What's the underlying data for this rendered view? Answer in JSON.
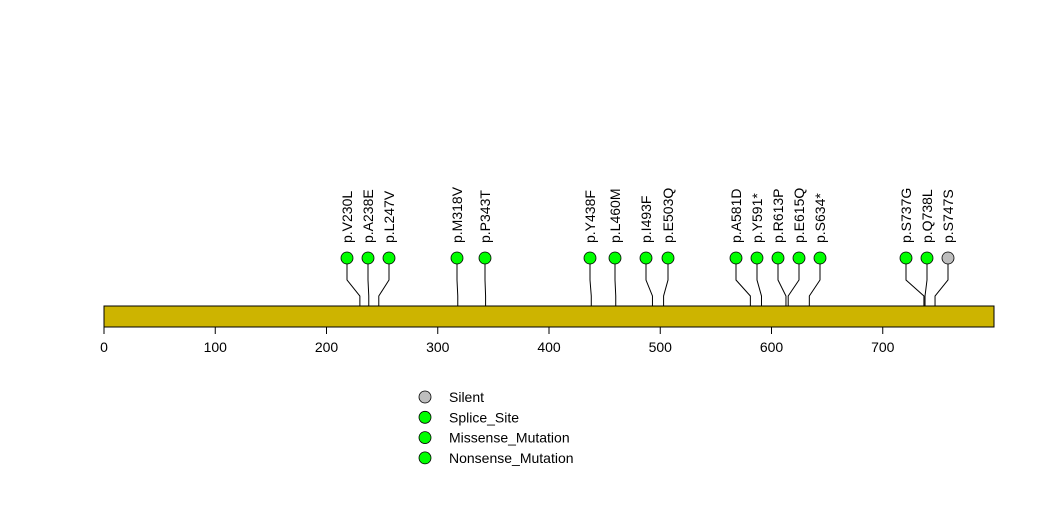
{
  "chart_data": {
    "type": "lollipop",
    "title": "",
    "protein_length": 800,
    "xlim": [
      0,
      800
    ],
    "ticks": [
      0,
      100,
      200,
      300,
      400,
      500,
      600,
      700
    ],
    "bar_color": "#CDB400",
    "mutations": [
      {
        "label": "p.V230L",
        "pos": 230,
        "type": "Missense_Mutation"
      },
      {
        "label": "p.A238E",
        "pos": 238,
        "type": "Missense_Mutation"
      },
      {
        "label": "p.L247V",
        "pos": 247,
        "type": "Missense_Mutation"
      },
      {
        "label": "p.M318V",
        "pos": 318,
        "type": "Missense_Mutation"
      },
      {
        "label": "p.P343T",
        "pos": 343,
        "type": "Missense_Mutation"
      },
      {
        "label": "p.Y438F",
        "pos": 438,
        "type": "Missense_Mutation"
      },
      {
        "label": "p.L460M",
        "pos": 460,
        "type": "Missense_Mutation"
      },
      {
        "label": "p.I493F",
        "pos": 493,
        "type": "Missense_Mutation"
      },
      {
        "label": "p.E503Q",
        "pos": 503,
        "type": "Missense_Mutation"
      },
      {
        "label": "p.A581D",
        "pos": 581,
        "type": "Missense_Mutation"
      },
      {
        "label": "p.Y591*",
        "pos": 591,
        "type": "Nonsense_Mutation"
      },
      {
        "label": "p.R613P",
        "pos": 613,
        "type": "Missense_Mutation"
      },
      {
        "label": "p.E615Q",
        "pos": 615,
        "type": "Missense_Mutation"
      },
      {
        "label": "p.S634*",
        "pos": 634,
        "type": "Nonsense_Mutation"
      },
      {
        "label": "p.S737G",
        "pos": 737,
        "type": "Missense_Mutation"
      },
      {
        "label": "p.Q738L",
        "pos": 738,
        "type": "Missense_Mutation"
      },
      {
        "label": "p.S747S",
        "pos": 747,
        "type": "Silent"
      }
    ],
    "legend": [
      {
        "name": "Silent",
        "color": "#BEBEBE"
      },
      {
        "name": "Splice_Site",
        "color": "#00FF00"
      },
      {
        "name": "Missense_Mutation",
        "color": "#00FF00"
      },
      {
        "name": "Nonsense_Mutation",
        "color": "#00FF00"
      }
    ]
  }
}
